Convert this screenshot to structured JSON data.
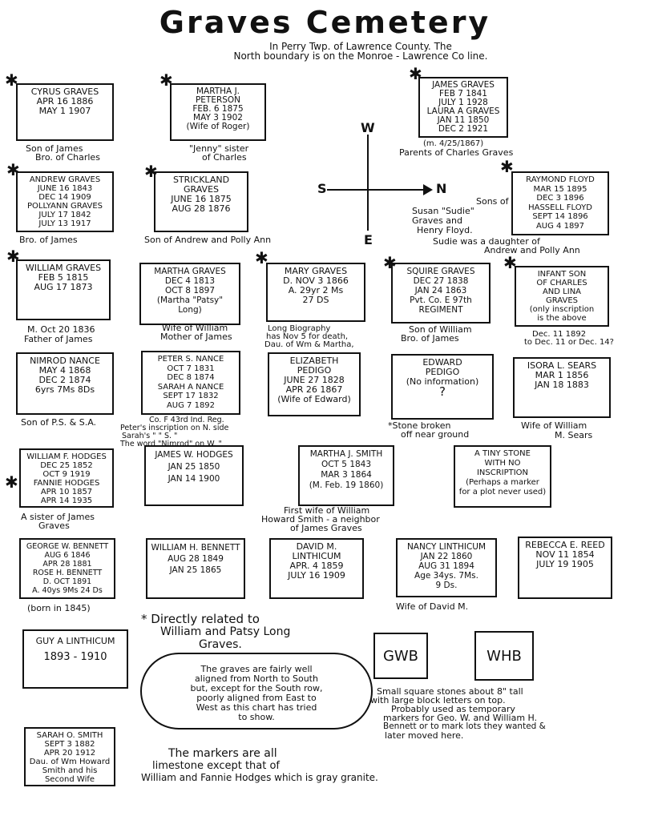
{
  "title": "Graves Cemetery",
  "subtitle": [
    "In Perry Twp. of Lawrence County. The",
    "North boundary is on the Monroe - Lawrence Co line."
  ],
  "compass": {
    "w": "W",
    "s": "S",
    "n": "N",
    "e": "E"
  },
  "boxes": [
    {
      "lines": [
        "Cyrus Graves",
        "Apr 16 1886",
        "May 1 1907"
      ]
    },
    {
      "lines": [
        "Martha J.",
        "Peterson",
        "Feb. 6 1875",
        "May 3 1902",
        "(Wife of Roger)"
      ]
    },
    {
      "lines": [
        "James Graves",
        "Feb 7 1841",
        "July 1 1928",
        "Laura A Graves",
        "Jan 11 1850",
        "Dec 2 1921"
      ]
    },
    {
      "lines": [
        "Andrew Graves",
        "June 16 1843",
        "Dec 14 1909",
        "Pollyann Graves",
        "July 17 1842",
        "July 13 1917"
      ]
    },
    {
      "lines": [
        "Strickland",
        "Graves",
        "June 16 1875",
        "Aug 28 1876"
      ]
    },
    {
      "lines": [
        "Raymond Floyd",
        "Mar 15 1895",
        "Dec 3 1896",
        "Hassell Floyd",
        "Sept 14 1896",
        "Aug 4 1897"
      ]
    },
    {
      "lines": [
        "William Graves",
        "Feb 5 1815",
        "Aug 17 1873"
      ]
    },
    {
      "lines": [
        "Martha Graves",
        "Dec 4 1813",
        "Oct 8 1897",
        "(Martha \"Patsy\"",
        "Long)"
      ]
    },
    {
      "lines": [
        "Mary Graves",
        "D. Nov 3 1866",
        "A. 29yr 2 Ms",
        "27 Ds"
      ]
    },
    {
      "lines": [
        "Squire Graves",
        "Dec 27 1838",
        "Jan 24 1863",
        "Pvt. Co. E 97th",
        "Regiment"
      ]
    },
    {
      "lines": [
        "Infant son",
        "of Charles",
        "and Lina",
        "Graves",
        "(only inscription",
        "is the above"
      ]
    },
    {
      "lines": [
        "Nimrod Nance",
        "May 4 1868",
        "Dec 2 1874",
        "6yrs 7Ms 8Ds"
      ]
    },
    {
      "lines": [
        "Peter S. Nance",
        "Oct 7 1831",
        "Dec 8 1874",
        "Sarah A Nance",
        "Sept 17 1832",
        "Aug 7 1892"
      ]
    },
    {
      "lines": [
        "Elizabeth",
        "Pedigo",
        "June 27 1828",
        "Apr 26 1867",
        "(Wife of Edward)"
      ]
    },
    {
      "lines": [
        "Edward",
        "Pedigo",
        "(No information)",
        "?"
      ]
    },
    {
      "lines": [
        "Isora L. Sears",
        "Mar 1 1856",
        "Jan 18 1883"
      ]
    },
    {
      "lines": [
        "William F. Hodges",
        "Dec 25 1852",
        "Oct 9 1919",
        "Fannie Hodges",
        "Apr 10 1857",
        "Apr 14 1935"
      ]
    },
    {
      "lines": [
        "James W. Hodges",
        "Jan 25 1850",
        "Jan 14 1900"
      ]
    },
    {
      "lines": [
        "Martha J. Smith",
        "Oct 5 1843",
        "Mar 3 1864",
        "(M. Feb. 19 1860)"
      ]
    },
    {
      "lines": [
        "A tiny stone",
        "with no",
        "inscription",
        "(Perhaps a marker",
        "for a plot never used)"
      ]
    },
    {
      "lines": [
        "George W. Bennett",
        "Aug 6 1846",
        "Apr 28 1881",
        "Rose H. Bennett",
        "D. Oct 1891",
        "A. 40ys 9Ms 24 Ds"
      ]
    },
    {
      "lines": [
        "William H. Bennett",
        "Aug 28 1849",
        "Jan 25 1865"
      ]
    },
    {
      "lines": [
        "David M.",
        "Linthicum",
        "Apr. 4 1859",
        "July 16 1909"
      ]
    },
    {
      "lines": [
        "Nancy Linthicum",
        "Jan 22 1860",
        "Aug 31 1894",
        "Age 34ys. 7Ms.",
        "9 Ds."
      ]
    },
    {
      "lines": [
        "Rebecca E. Reed",
        "Nov 11 1854",
        "July 19 1905"
      ]
    },
    {
      "lines": [
        "Guy A Linthicum",
        "1893 - 1910"
      ]
    },
    {
      "lines": [
        "Sarah O. Smith",
        "Sept 3 1882",
        "Apr 20 1912",
        "Dau. of Wm Howard",
        "Smith and his",
        "Second Wife"
      ]
    }
  ],
  "notes": [
    "Son of James",
    "Bro. of Charles",
    "\"Jenny\" sister",
    "of Charles",
    "(m. 4/25/1867)",
    "Parents of Charles Graves",
    "Bro. of James",
    "Son of Andrew and Polly Ann",
    "Sons of",
    "Susan \"Sudie\"",
    "Graves and",
    "Henry Floyd.",
    "Sudie was a daughter of",
    "Andrew and Polly Ann",
    "M. Oct 20 1836",
    "Father of James",
    "Wife of William",
    "Mother of James",
    "Long Biography",
    "has Nov 5 for death,",
    "Dau. of Wm & Martha,",
    "Son of William",
    "Bro. of James",
    "Dec. 11 1892",
    "to Dec. 11 or Dec. 14?",
    "Son of P.S. & S.A.",
    "Co. F 43rd Ind. Reg.",
    "Peter's inscription on N. side",
    "Sarah's \" \" S. \"",
    "The word \"Nimrod\" on W. \"",
    "*Stone broken",
    "off near ground",
    "Wife of William",
    "M. Sears",
    "A sister of James",
    "Graves",
    "First wife of William",
    "Howard Smith - a neighbor",
    "of James Graves",
    "(born in 1845)",
    "Wife of David M."
  ],
  "legend": [
    "* Directly related to",
    "William and Patsy Long",
    "Graves."
  ],
  "cloud": [
    "The graves are fairly well",
    "aligned from North to South",
    "but, except for the South row,",
    "poorly aligned from East to",
    "West as this chart has tried",
    "to show."
  ],
  "squares": [
    "GWB",
    "WHB"
  ],
  "squares_note": [
    "Small square stones about 8\" tall",
    "with large block letters on top.",
    "Probably used as temporary",
    "markers for Geo. W. and William H.",
    "Bennett or to mark lots they wanted &",
    "later moved here."
  ],
  "bottom_note": [
    "The markers are all",
    "limestone except that of",
    "William and Fannie Hodges which is gray granite."
  ],
  "star_symbol": "✱"
}
